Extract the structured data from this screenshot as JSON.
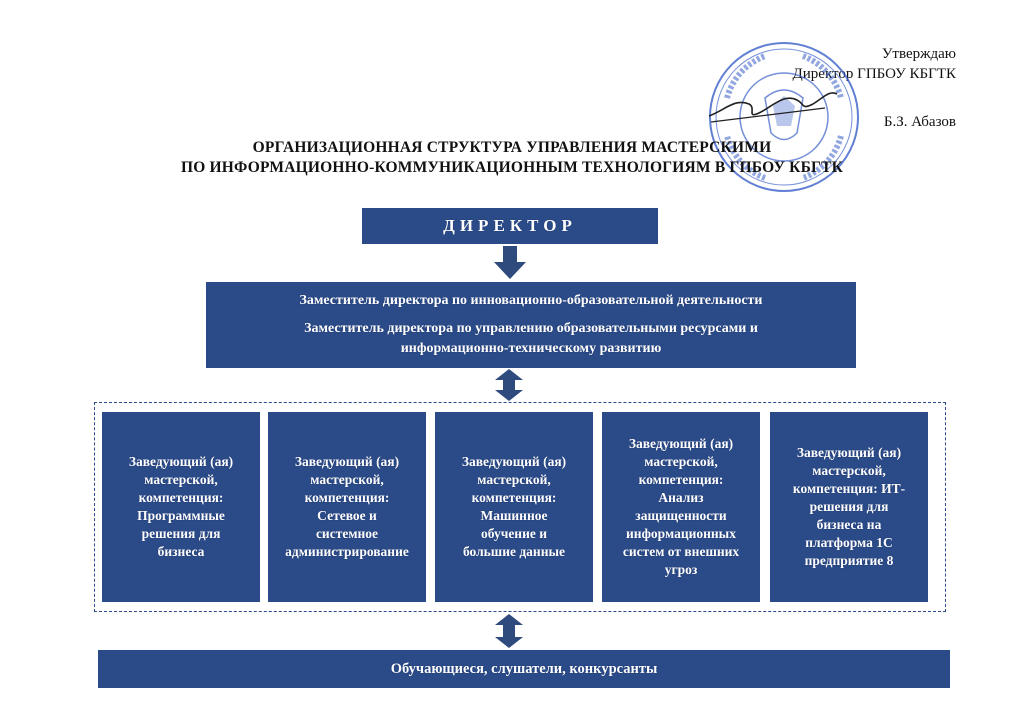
{
  "approval": {
    "line1": "Утверждаю",
    "line2": "Директор ГПБОУ КБГТК",
    "signer": "Б.З. Абазов"
  },
  "title": {
    "line1": "ОРГАНИЗАЦИОННАЯ СТРУКТУРА УПРАВЛЕНИЯ МАСТЕРСКИМИ",
    "line2": "ПО ИНФОРМАЦИОННО-КОММУНИКАЦИОННЫМ ТЕХНОЛОГИЯМ В ГПБОУ КБГТК"
  },
  "director": "ДИРЕКТОР",
  "deputies": {
    "first": "Заместитель директора по инновационно-образовательной деятельности",
    "second_line1": "Заместитель директора по управлению образовательными ресурсами и",
    "second_line2": "информационно-техническому развитию"
  },
  "workshops": [
    {
      "lines": [
        "Заведующий (ая)",
        "мастерской,",
        "компетенция:",
        "Программные",
        "решения для",
        "бизнеса"
      ]
    },
    {
      "lines": [
        "Заведующий (ая)",
        "мастерской,",
        "компетенция:",
        "Сетевое и",
        "системное",
        "администрирование"
      ]
    },
    {
      "lines": [
        "Заведующий (ая)",
        "мастерской,",
        "компетенция:",
        "Машинное",
        "обучение и",
        "большие данные"
      ]
    },
    {
      "lines": [
        "Заведующий (ая)",
        "мастерской,",
        "компетенция:",
        "Анализ",
        "защищенности",
        "информационных",
        "систем от внешних",
        "угроз"
      ]
    },
    {
      "lines": [
        "Заведующий (ая)",
        "мастерской,",
        "компетенция: ИТ-",
        "решения для",
        "бизнеса на",
        "платформа 1С",
        "предприятие 8"
      ]
    }
  ],
  "students": "Обучающиеся, слушатели, конкурсанты",
  "colors": {
    "box": "#2a4a88",
    "arrow": "#2f4a7c",
    "stamp": "#3a5fc8"
  }
}
